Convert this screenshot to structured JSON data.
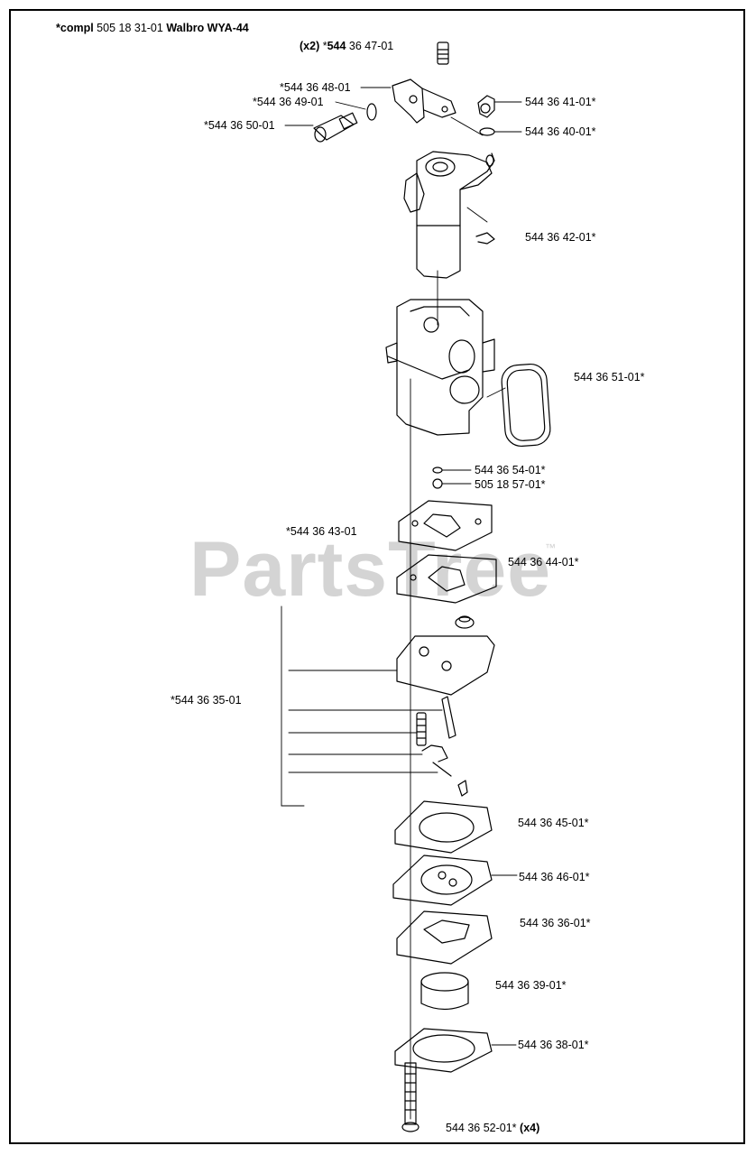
{
  "header": {
    "compl_prefix": "*compl",
    "compl_rest": " 505 18 31-01 ",
    "compl_model": "Walbro WYA-44"
  },
  "labels": {
    "p_544364701_qty": "(x2)",
    "p_544364701_star": " *",
    "p_544364701_bold": "544",
    "p_544364701_rest": " 36 47-01",
    "p_544364801": "*544 36 48-01",
    "p_544364901": "*544 36 49-01",
    "p_544365001": "*544 36 50-01",
    "p_544364101": "544 36 41-01*",
    "p_544364001": "544 36 40-01*",
    "p_544364201": "544 36 42-01*",
    "p_544365101": "544 36 51-01*",
    "p_544365401": "544 36 54-01*",
    "p_505185701": "505 18 57-01*",
    "p_544364301": "*544 36 43-01",
    "p_544364401": "544 36 44-01*",
    "p_544363501": "*544 36 35-01",
    "p_544364501": "544 36 45-01*",
    "p_544364601": "544 36 46-01*",
    "p_544363601": "544 36 36-01*",
    "p_544363901": "544 36 39-01*",
    "p_544363801": "544 36 38-01*",
    "p_544365201": "544 36 52-01*",
    "p_544365201_qty": "(x4)"
  },
  "watermark": {
    "text": "PartsTree",
    "trademark": "™",
    "color": "#d4d4d4"
  },
  "colors": {
    "line": "#000000",
    "background": "#ffffff"
  }
}
